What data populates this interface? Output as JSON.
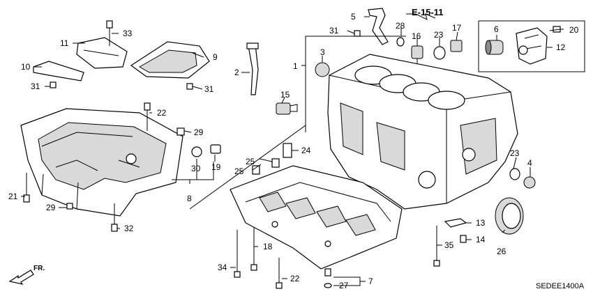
{
  "reference": "E-15-11",
  "diagram_code": "SEDEE1400A",
  "direction": "FR.",
  "callouts": [
    "1",
    "2",
    "3",
    "4",
    "5",
    "6",
    "7",
    "8",
    "9",
    "10",
    "11",
    "12",
    "13",
    "14",
    "15",
    "16",
    "17",
    "18",
    "19",
    "20",
    "21",
    "22",
    "22",
    "23",
    "23",
    "24",
    "25",
    "25",
    "26",
    "27",
    "28",
    "29",
    "29",
    "30",
    "31",
    "31",
    "31",
    "32",
    "33",
    "34",
    "35"
  ]
}
